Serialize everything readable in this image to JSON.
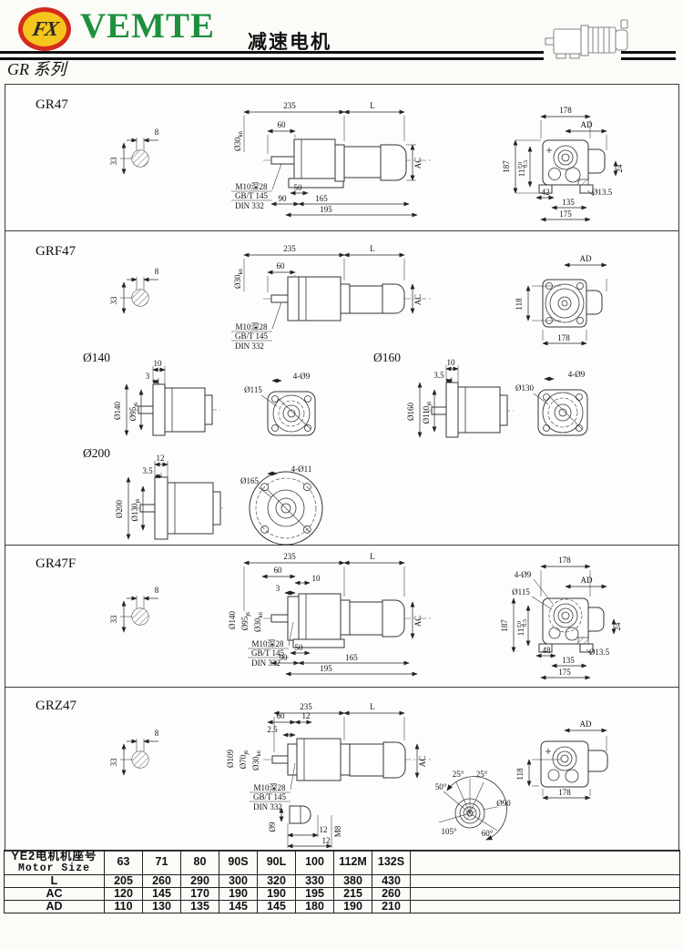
{
  "header": {
    "logo_monogram": "FX",
    "brand": "VEMTE",
    "title": "减速电机",
    "series": "GR 系列"
  },
  "gr47": {
    "label": "GR47",
    "shaft_detail": {
      "key_width": "8",
      "height": "33"
    },
    "side": {
      "total": "235",
      "motor_len": "L",
      "d60": "60",
      "shaft_dia": "Ø30",
      "shaft_tol": "k6",
      "ac": "AC",
      "tap": "M10深28",
      "std_gb": "GB/T 145",
      "std_din": "DIN 332",
      "d50": "50",
      "d90": "90",
      "d165": "165",
      "d195": "195"
    },
    "rear": {
      "w178": "178",
      "ad": "AD",
      "h187": "187",
      "d115": "115",
      "d115_sup": "0",
      "d115_sub": "0.5",
      "d24": "24",
      "d42": "42",
      "d135": "135",
      "d175": "175",
      "hole": "Ø13.5"
    }
  },
  "grf47": {
    "label": "GRF47",
    "shaft_detail": {
      "key_width": "8",
      "height": "33"
    },
    "side": {
      "total": "235",
      "motor_len": "L",
      "d60": "60",
      "shaft_dia": "Ø30",
      "shaft_tol": "k6",
      "ac": "AC",
      "tap": "M10深28",
      "std_gb": "GB/T 145",
      "std_din": "DIN 332"
    },
    "rear": {
      "ad": "AD",
      "h118": "118",
      "w178": "178"
    }
  },
  "flange140": {
    "label": "Ø140",
    "lip": "10",
    "step": "3",
    "outer": "Ø140",
    "spigot": "Ø95",
    "spigot_tol": "j6",
    "bolt_circle": "Ø115",
    "holes": "4-Ø9"
  },
  "flange160": {
    "label": "Ø160",
    "lip": "10",
    "step": "3.5",
    "outer": "Ø160",
    "spigot": "Ø110",
    "spigot_tol": "j6",
    "bolt_circle": "Ø130",
    "holes": "4-Ø9"
  },
  "flange200": {
    "label": "Ø200",
    "lip": "12",
    "step": "3.5",
    "outer": "Ø200",
    "spigot": "Ø130",
    "spigot_tol": "j6",
    "bolt_circle": "Ø165",
    "holes": "4-Ø11"
  },
  "gr47f": {
    "label": "GR47F",
    "shaft_detail": {
      "key_width": "8",
      "height": "33"
    },
    "side": {
      "total": "235",
      "motor_len": "L",
      "d60": "60",
      "d10": "10",
      "d3": "3",
      "flange": "Ø140",
      "spigot": "Ø95",
      "spigot_tol": "j6",
      "shaft_dia": "Ø30",
      "shaft_tol": "k6",
      "ac": "AC",
      "tap": "M10深28",
      "std_gb": "GB/T 145",
      "std_din": "DIN 332",
      "d50": "50",
      "d90": "90",
      "d165": "165",
      "d195": "195"
    },
    "rear": {
      "w178": "178",
      "holes": "4-Ø9",
      "ad": "AD",
      "bolt_circle": "Ø115",
      "h187": "187",
      "d115": "115",
      "d115_sup": "0",
      "d115_sub": "0.5",
      "d24": "24",
      "d48": "48",
      "hole": "Ø13.5",
      "d135": "135",
      "d175": "175"
    }
  },
  "grz47": {
    "label": "GRZ47",
    "shaft_detail": {
      "key_width": "8",
      "height": "33"
    },
    "side": {
      "total": "235",
      "motor_len": "L",
      "d60": "60",
      "d12": "12",
      "d25": "2.5",
      "flange": "Ø109",
      "spigot": "Ø70",
      "spigot_tol": "j6",
      "shaft_dia": "Ø30",
      "shaft_tol": "k6",
      "ac": "AC",
      "tap": "M10深28",
      "std_gb": "GB/T 145",
      "std_din": "DIN 332"
    },
    "key_detail": {
      "dia": "Ø9",
      "d12a": "12",
      "d12b": "12",
      "thread": "M8"
    },
    "angle_view": {
      "a25l": "25°",
      "a25r": "25°",
      "a50": "50°",
      "a105": "105°",
      "a60": "60°",
      "dia": "Ø90"
    },
    "rear": {
      "ad": "AD",
      "h118": "118",
      "w178": "178"
    }
  },
  "motor_table": {
    "col_header_cn": "YE2电机机座号",
    "col_header_en": "Motor Size",
    "sizes": [
      "63",
      "71",
      "80",
      "90S",
      "90L",
      "100",
      "112M",
      "132S"
    ],
    "rows": [
      {
        "label": "L",
        "values": [
          "205",
          "260",
          "290",
          "300",
          "320",
          "330",
          "380",
          "430"
        ]
      },
      {
        "label": "AC",
        "values": [
          "120",
          "145",
          "170",
          "190",
          "190",
          "195",
          "215",
          "260"
        ]
      },
      {
        "label": "AD",
        "values": [
          "110",
          "130",
          "135",
          "145",
          "145",
          "180",
          "190",
          "210"
        ]
      }
    ]
  }
}
